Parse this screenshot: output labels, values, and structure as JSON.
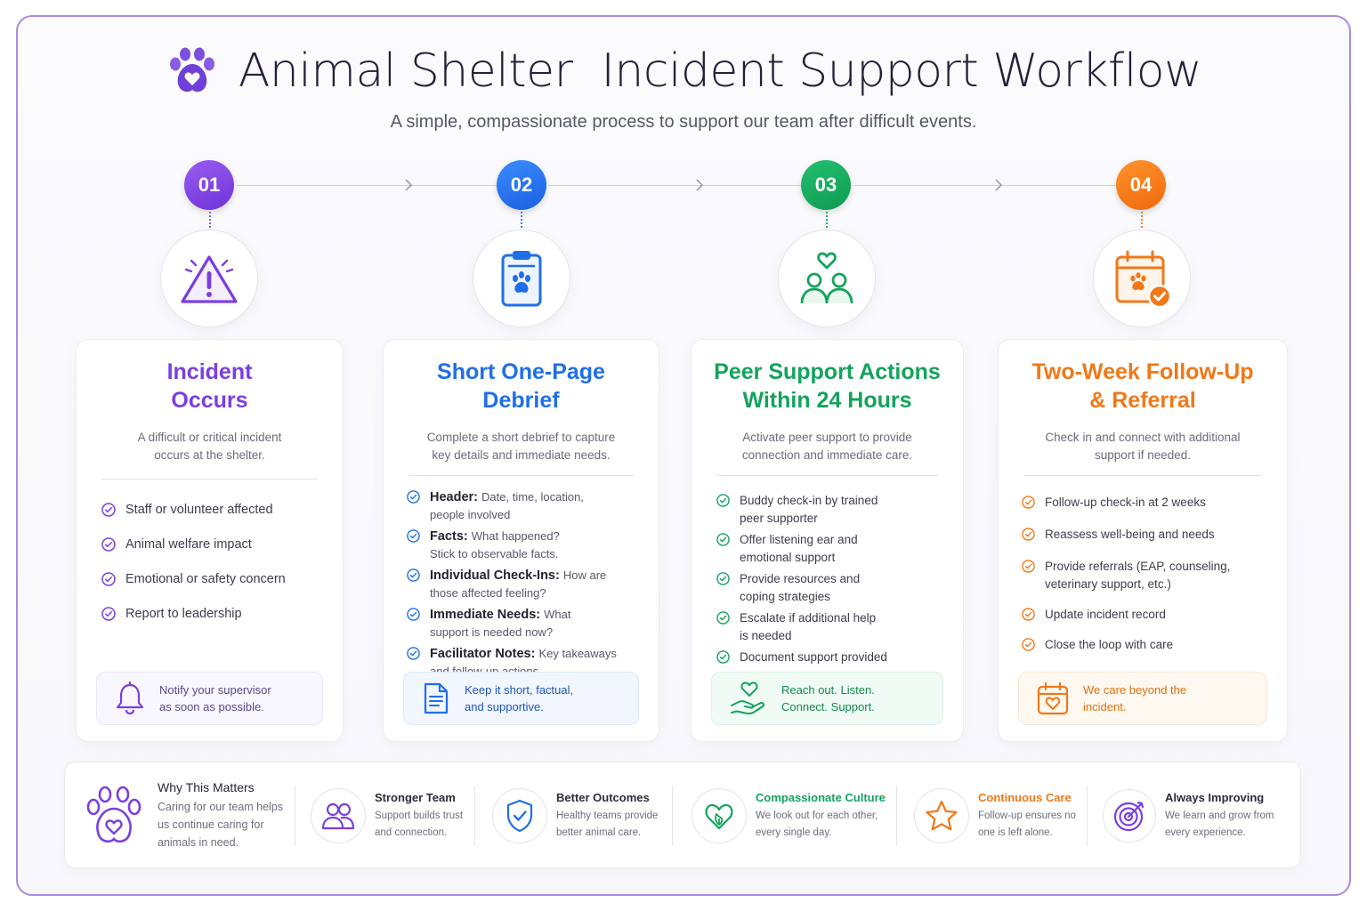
{
  "header": {
    "title": "Animal Shelter  Incident Support Workflow",
    "subtitle": "A simple, compassionate process to support our team after difficult events."
  },
  "colors": {
    "purple": "#7b3fe0",
    "blue": "#1f6fe8",
    "green": "#14a35c",
    "orange": "#f07818"
  },
  "steps": [
    {
      "number": "01",
      "icon": "warning-triangle-icon",
      "title_line1": "Incident",
      "title_line2": "Occurs",
      "desc_line1": "A difficult or critical incident",
      "desc_line2": "occurs at the shelter.",
      "items": [
        "Staff or volunteer affected",
        "Animal welfare impact",
        "Emotional or safety concern",
        "Report to leadership"
      ],
      "callout_icon": "bell-icon",
      "callout_line1": "Notify your supervisor",
      "callout_line2": "as soon as possible."
    },
    {
      "number": "02",
      "icon": "clipboard-paw-icon",
      "title_line1": "Short One-Page",
      "title_line2": "Debrief",
      "desc_line1": "Complete a short debrief to capture",
      "desc_line2": "key details and immediate needs.",
      "items": [
        {
          "label": "Header:",
          "text1": "Date, time, location,",
          "text2": "people involved"
        },
        {
          "label": "Facts:",
          "text1": "What happened?",
          "text2": "Stick to observable facts."
        },
        {
          "label": "Individual Check-Ins:",
          "text1": "How are",
          "text2": "those affected feeling?"
        },
        {
          "label": "Immediate Needs:",
          "text1": "What",
          "text2": "support is needed now?"
        },
        {
          "label": "Facilitator Notes:",
          "text1": "Key takeaways",
          "text2": "and follow-up actions"
        }
      ],
      "callout_icon": "document-icon",
      "callout_line1": "Keep it short, factual,",
      "callout_line2": "and supportive."
    },
    {
      "number": "03",
      "icon": "peers-heart-icon",
      "title_line1": "Peer Support Actions",
      "title_line2": "Within 24 Hours",
      "desc_line1": "Activate peer support to provide",
      "desc_line2": "connection and immediate care.",
      "items": [
        [
          "Buddy check-in by trained",
          "peer supporter"
        ],
        [
          "Offer listening ear and",
          "emotional support"
        ],
        [
          "Provide resources and",
          "coping strategies"
        ],
        [
          "Escalate if additional help",
          "is needed"
        ],
        [
          "Document support provided"
        ]
      ],
      "callout_icon": "hand-heart-icon",
      "callout_line1": "Reach out. Listen.",
      "callout_line2": "Connect. Support."
    },
    {
      "number": "04",
      "icon": "calendar-paw-check-icon",
      "title_line1": "Two-Week Follow-Up",
      "title_line2": "& Referral",
      "desc_line1": "Check in and connect with additional",
      "desc_line2": "support if needed.",
      "items": [
        [
          "Follow-up check-in at 2 weeks"
        ],
        [
          "Reassess well-being and needs"
        ],
        [
          "Provide referrals (EAP, counseling,",
          "veterinary support, etc.)"
        ],
        [
          "Update incident record"
        ],
        [
          "Close the loop with care"
        ]
      ],
      "callout_icon": "calendar-heart-icon",
      "callout_line1": "We care beyond the",
      "callout_line2": "incident."
    }
  ],
  "benefits": {
    "why": {
      "title": "Why This Matters",
      "lines": [
        "Caring for our team helps",
        "us continue caring for",
        "animals in need."
      ]
    },
    "items": [
      {
        "icon": "people-icon",
        "title": "Stronger Team",
        "lines": [
          "Support builds trust",
          "and connection."
        ]
      },
      {
        "icon": "shield-check-icon",
        "title": "Better Outcomes",
        "lines": [
          "Healthy teams provide",
          "better animal care."
        ]
      },
      {
        "icon": "heart-leaf-icon",
        "title": "Compassionate Culture",
        "lines": [
          "We look out for each other,",
          "every single day."
        ]
      },
      {
        "icon": "star-icon",
        "title": "Continuous Care",
        "lines": [
          "Follow-up ensures no",
          "one is left alone."
        ]
      },
      {
        "icon": "target-icon",
        "title": "Always Improving",
        "lines": [
          "We learn and grow from",
          "every experience."
        ]
      }
    ]
  }
}
